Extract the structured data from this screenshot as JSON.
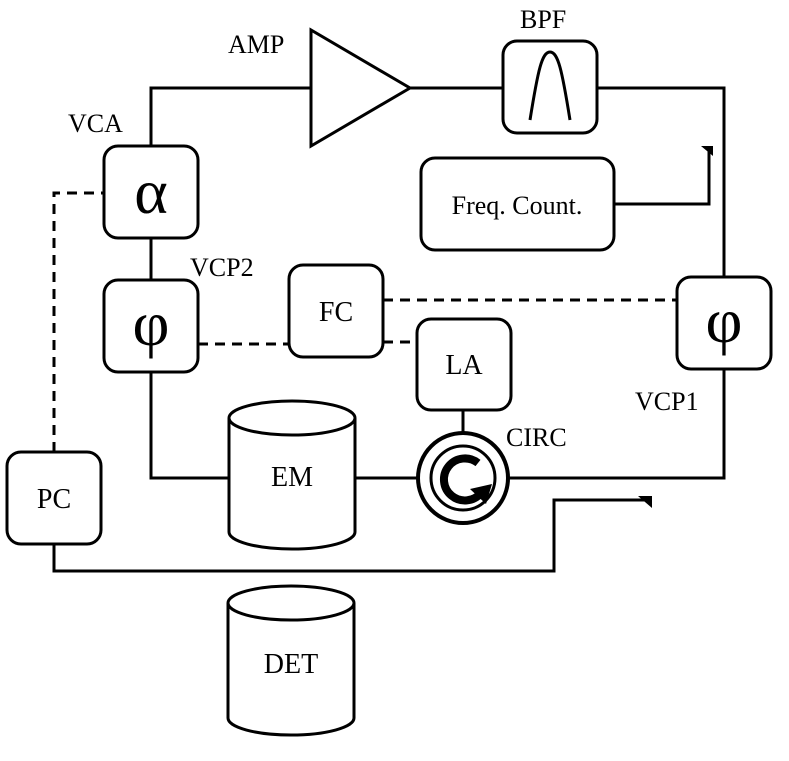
{
  "labels": {
    "amp": "AMP",
    "bpf": "BPF",
    "vca": "VCA",
    "vcp2": "VCP2",
    "vcp1": "VCP1",
    "circ": "CIRC"
  },
  "blocks": {
    "vca_symbol": "α",
    "vcp_symbol": "φ",
    "freq_counter": "Freq. Count.",
    "fc": "FC",
    "la": "LA",
    "em": "EM",
    "pc": "PC",
    "det": "DET"
  }
}
